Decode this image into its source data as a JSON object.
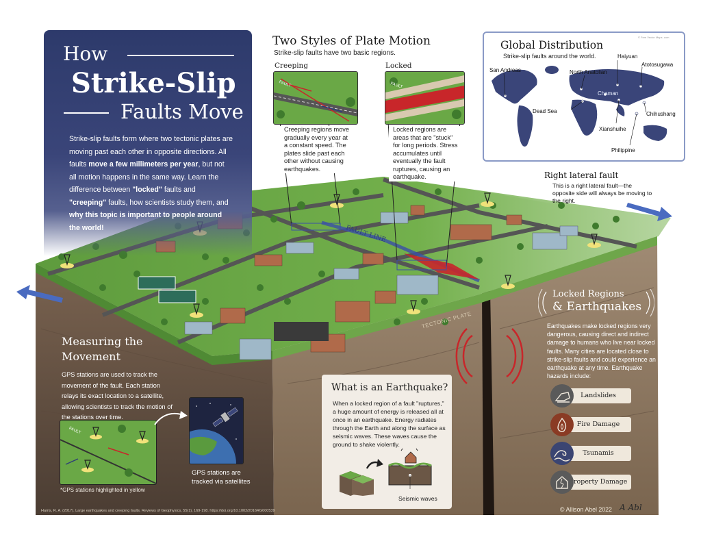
{
  "title": {
    "line1": "How",
    "line2": "Strike-Slip",
    "line3": "Faults Move"
  },
  "intro": {
    "part1": "Strike-slip faults form where two tectonic plates are moving past each other in opposite directions. All faults ",
    "bold1": "move a few millimeters per year",
    "part2": ", but not all motion happens in the same way. Learn the difference between ",
    "bold2": "\"locked\"",
    "part3": " faults and ",
    "bold3": "\"creeping\"",
    "part4": " faults, how scientists study them, and ",
    "bold4": "why this topic is important to people around the world!"
  },
  "plate_motion": {
    "title": "Two Styles of Plate Motion",
    "subtitle": "Strike-slip faults have two basic regions.",
    "creeping": {
      "label": "Creeping",
      "desc": "Creeping regions move gradually every year at a constant speed. The plates slide past each other without causing earthquakes.",
      "fault_text": "FAULT"
    },
    "locked": {
      "label": "Locked",
      "desc": "Locked regions are areas that are \"stuck\" for long periods. Stress accumulates until eventually the fault ruptures, causing an earthquake.",
      "fault_text": "FAULT"
    }
  },
  "global": {
    "title": "Global Distribution",
    "subtitle": "Strike-slip faults around the world.",
    "map_credit": "© Free Vector Maps .com",
    "cities": [
      "San Andreas",
      "North Anatolian",
      "Haiyuan",
      "Atotosugawa",
      "Chaman",
      "Dead Sea",
      "Chihushang",
      "Xianshuihe",
      "Philippine"
    ]
  },
  "right_lateral": {
    "title": "Right lateral fault",
    "desc": "This is a right lateral fault—the opposite side will always be moving to the right."
  },
  "diagram_labels": {
    "fault_line": "FAULT LINE",
    "tectonic_plate": "TECTONIC PLATE"
  },
  "measuring": {
    "title_line1": "Measuring the",
    "title_line2": "Movement",
    "desc": "GPS stations are used to track the movement of the fault. Each station relays its exact location to a satellite, allowing scientists to track the motion of the stations over time.",
    "sat_label": "GPS stations are tracked via satellites",
    "footnote": "*GPS stations highlighted in yellow",
    "fault_text": "FAULT"
  },
  "earthquake": {
    "title": "What is an Earthquake?",
    "desc": "When a locked region of a fault \"ruptures,\" a huge amount of energy is released all at once in an earthquake. Energy radiates through the Earth and along the surface as seismic waves. These waves cause the ground to shake violently.",
    "seismic_label": "Seismic waves"
  },
  "locked_regions": {
    "title1": "Locked Regions",
    "title2": "& Earthquakes",
    "desc": "Earthquakes make locked regions very dangerous, causing direct and indirect damage to humans who live near locked faults. Many cities are located close to strike-slip faults and could experience an earthquake at any time. Earthquake hazards include:",
    "hazards": [
      {
        "label": "Landslides",
        "icon": "landslide-icon",
        "color": "#5a5a5a"
      },
      {
        "label": "Fire Damage",
        "icon": "fire-icon",
        "color": "#8a3b24"
      },
      {
        "label": "Tsunamis",
        "icon": "wave-icon",
        "color": "#3b4572"
      },
      {
        "label": "Property Damage",
        "icon": "house-damage-icon",
        "color": "#5a5a5a"
      }
    ]
  },
  "credit": "© Allison Abel 2022",
  "signature": "A Abl",
  "citation": "Harris, R. A. (2017). Large earthquakes and creeping faults. Reviews of Geophysics, 55(1), 169-198. https://doi.org/10.1002/2016RG000539",
  "colors": {
    "title_navy": "#2d3a6b",
    "fault_blue": "#3a4fa8",
    "rupture_red": "#c8262a",
    "grass": "#6aa846",
    "earth": "#6b5746"
  }
}
